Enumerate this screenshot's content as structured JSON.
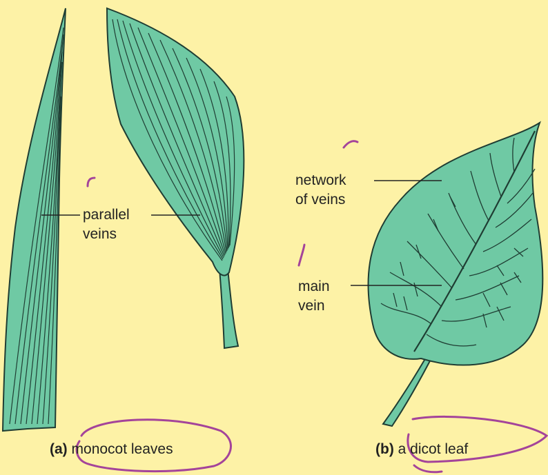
{
  "labels": {
    "parallel_line1": "parallel",
    "parallel_line2": "veins",
    "network_line1": "network",
    "network_line2": "of veins",
    "main_line1": "main",
    "main_line2": "vein"
  },
  "captions": {
    "a_letter": "(a)",
    "a_text": "monocot leaves",
    "b_letter": "(b)",
    "b_text": "a dicot leaf"
  },
  "colors": {
    "background": "#fdf2a6",
    "leaf_fill": "#6fc9a4",
    "vein": "#1f3d33",
    "annotation_ink": "#a4449a"
  }
}
